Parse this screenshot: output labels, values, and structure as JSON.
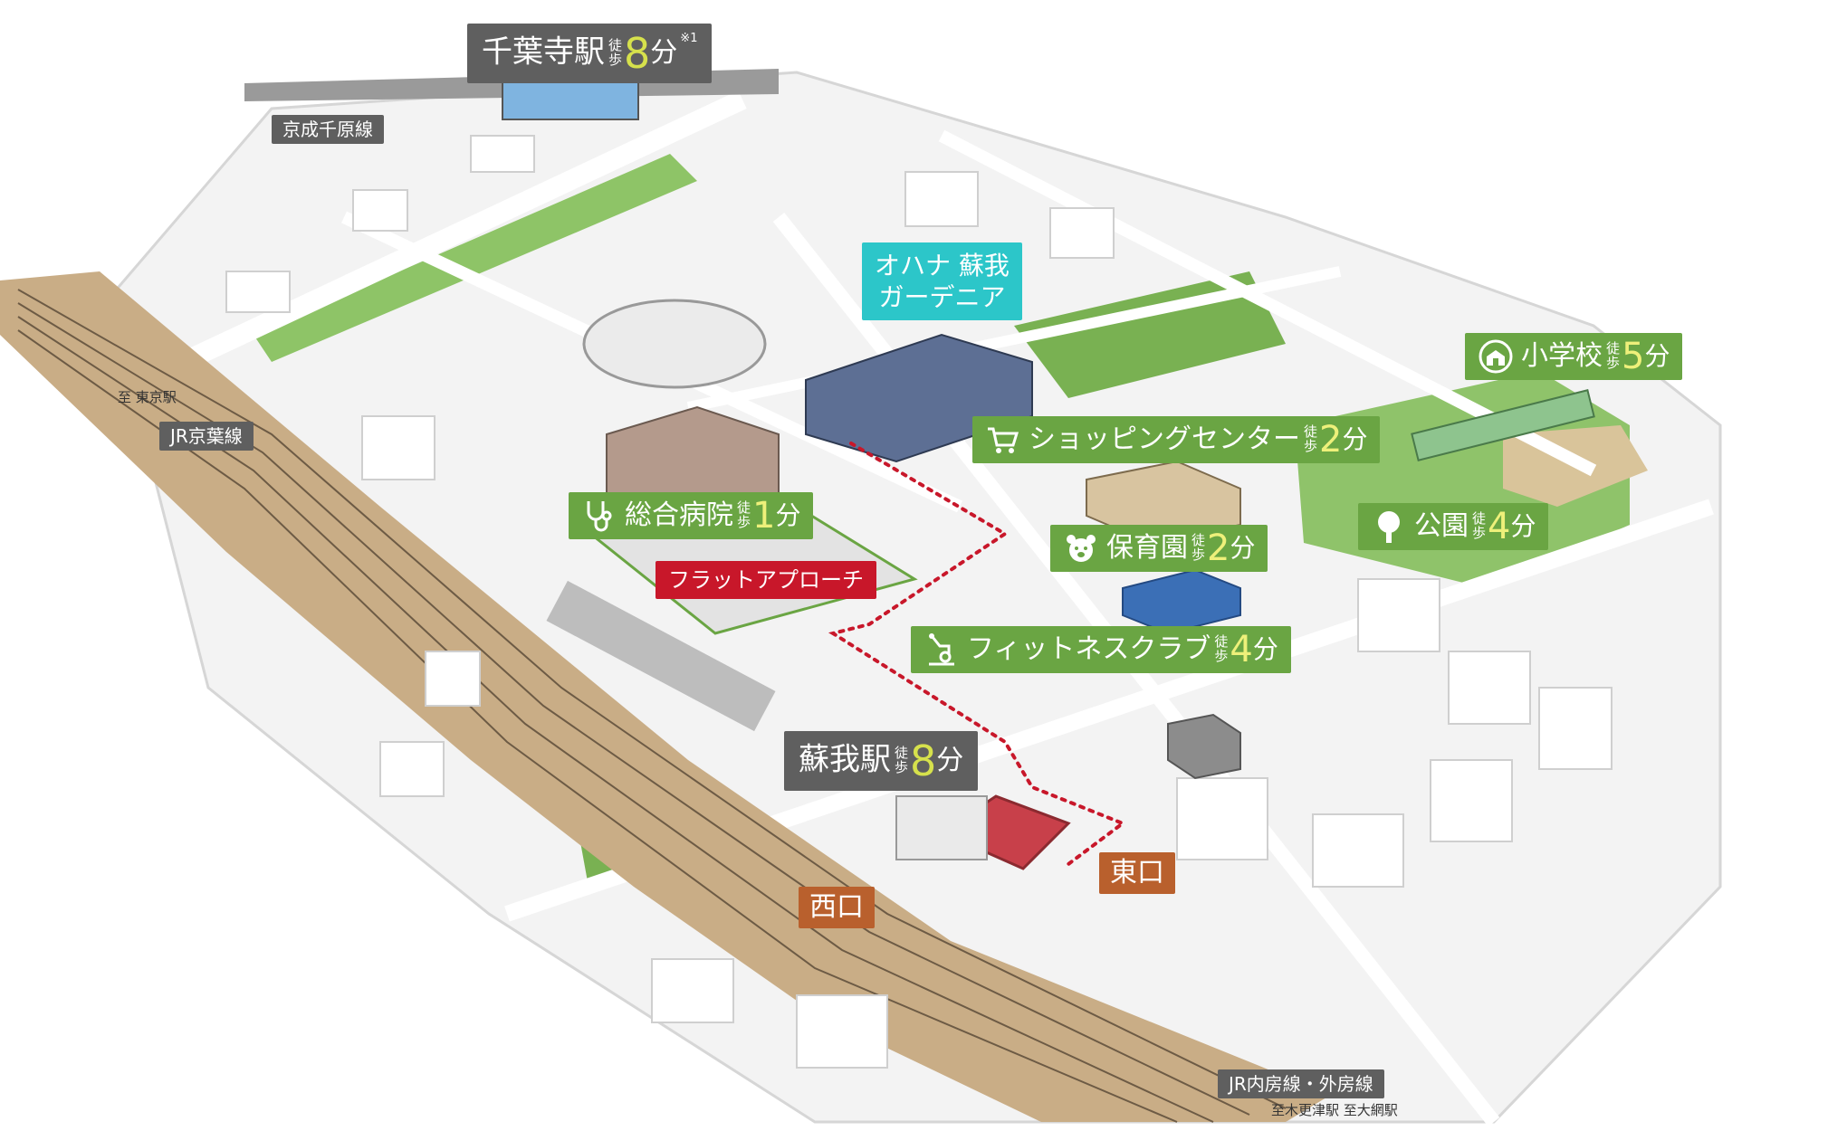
{
  "stations": {
    "chibadera": {
      "name": "千葉寺駅",
      "walk_top": "徒",
      "walk_bottom": "歩",
      "minutes": "8",
      "unit": "分",
      "note": "※1"
    },
    "soga": {
      "name": "蘇我駅",
      "walk_top": "徒",
      "walk_bottom": "歩",
      "minutes": "8",
      "unit": "分"
    }
  },
  "lines": {
    "keisei": "京成千原線",
    "keiyo": "JR京葉線",
    "to_tokyo": "至 東京駅",
    "uchibo": "JR内房線・外房線",
    "to_south": "至木更津駅 至大網駅"
  },
  "property": {
    "line1": "オハナ 蘇我",
    "line2": "ガーデニア"
  },
  "flat_approach": "フラットアプローチ",
  "exits": {
    "west": "西口",
    "east": "東口"
  },
  "facilities": {
    "hospital": {
      "name": "総合病院",
      "walk_top": "徒",
      "walk_bottom": "歩",
      "minutes": "1",
      "unit": "分"
    },
    "shopping": {
      "name": "ショッピングセンター",
      "walk_top": "徒",
      "walk_bottom": "歩",
      "minutes": "2",
      "unit": "分"
    },
    "nursery": {
      "name": "保育園",
      "walk_top": "徒",
      "walk_bottom": "歩",
      "minutes": "2",
      "unit": "分"
    },
    "fitness": {
      "name": "フィットネスクラブ",
      "walk_top": "徒",
      "walk_bottom": "歩",
      "minutes": "4",
      "unit": "分"
    },
    "park": {
      "name": "公園",
      "walk_top": "徒",
      "walk_bottom": "歩",
      "minutes": "4",
      "unit": "分"
    },
    "school": {
      "name": "小学校",
      "walk_top": "徒",
      "walk_bottom": "歩",
      "minutes": "5",
      "unit": "分"
    }
  },
  "colors": {
    "facility_green": "#6aa543",
    "minutes_yellow": "#d6e14c",
    "property_cyan": "#2cc6c9",
    "route_red": "#c8172a",
    "exit_brown": "#b9602d",
    "tag_gray": "#5f5f5f",
    "rail_bed": "#c9ad86",
    "road": "#ffffff",
    "block": "#eeeeee",
    "tree_green": "#5f9e3c"
  },
  "icons": {
    "hospital": "stethoscope-icon",
    "shopping": "shopping-cart-icon",
    "nursery": "nursery-bear-icon",
    "fitness": "exercise-bike-icon",
    "park": "tree-icon",
    "school": "school-icon"
  }
}
